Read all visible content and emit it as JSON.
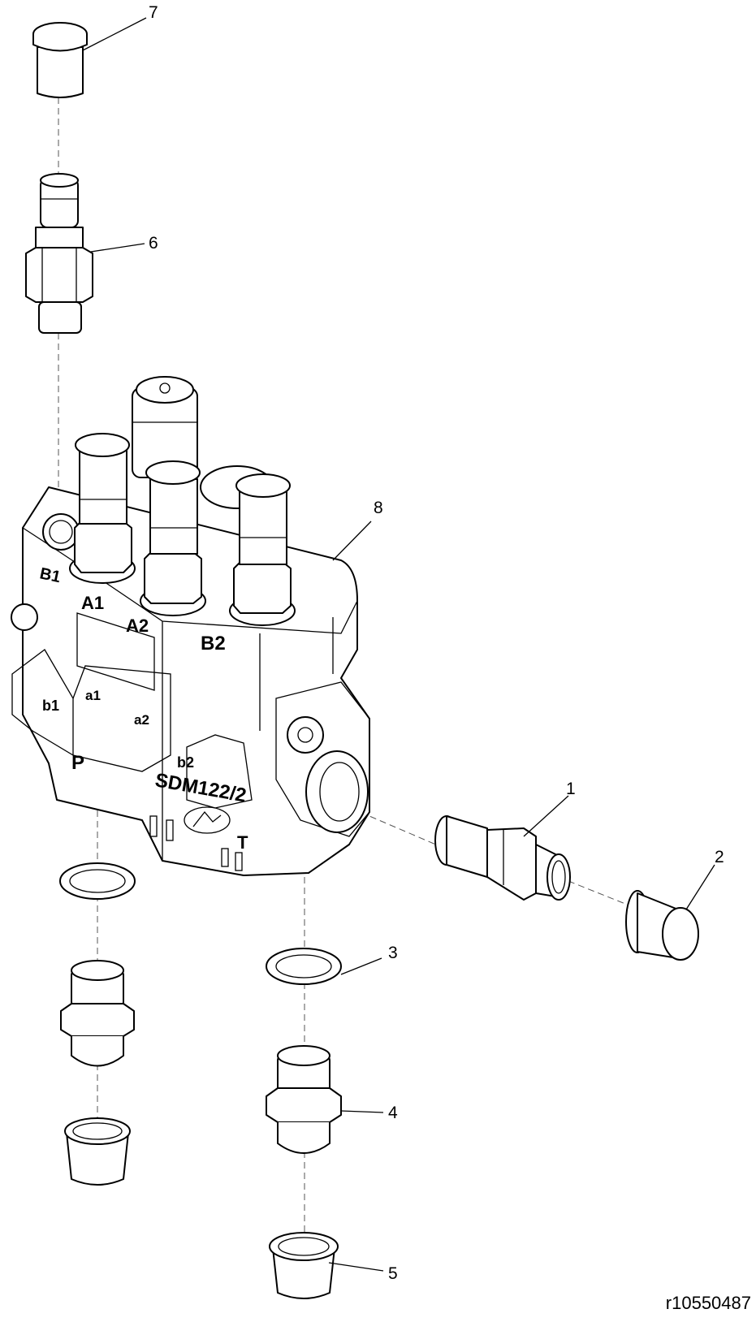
{
  "callouts": {
    "c1": "1",
    "c2": "2",
    "c3": "3",
    "c4": "4",
    "c5": "5",
    "c6": "6",
    "c7": "7",
    "c8": "8"
  },
  "ports": {
    "B1": "B1",
    "A1": "A1",
    "A2": "A2",
    "B2": "B2",
    "b1": "b1",
    "a1": "a1",
    "a2": "a2",
    "b2": "b2",
    "P": "P",
    "T": "T"
  },
  "body_marking": "SDM122/2",
  "document_id": "r10550487"
}
